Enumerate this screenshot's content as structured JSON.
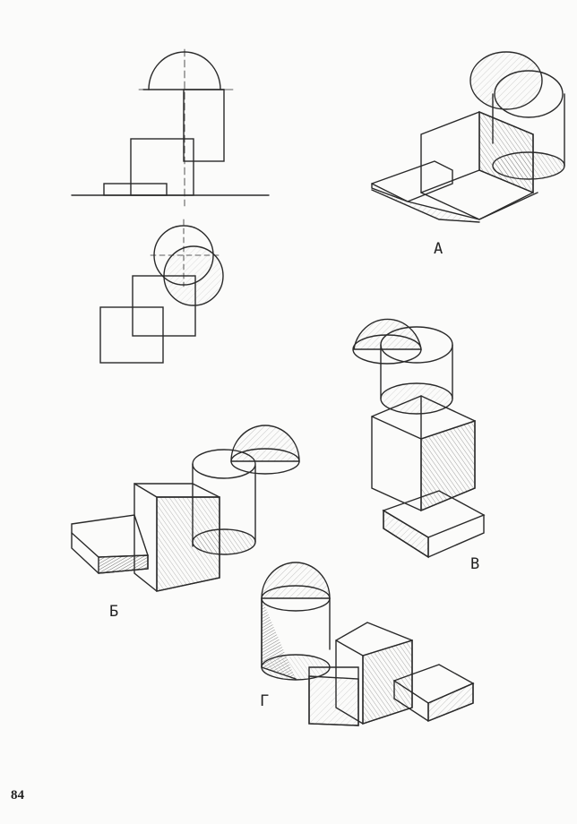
{
  "labels": {
    "a": "А",
    "b": "Б",
    "v": "В",
    "g": "Г"
  },
  "page_number": "84",
  "colors": {
    "paper": "#fbfbfa",
    "ink": "#2a2a2a",
    "hatch": "#555555"
  }
}
